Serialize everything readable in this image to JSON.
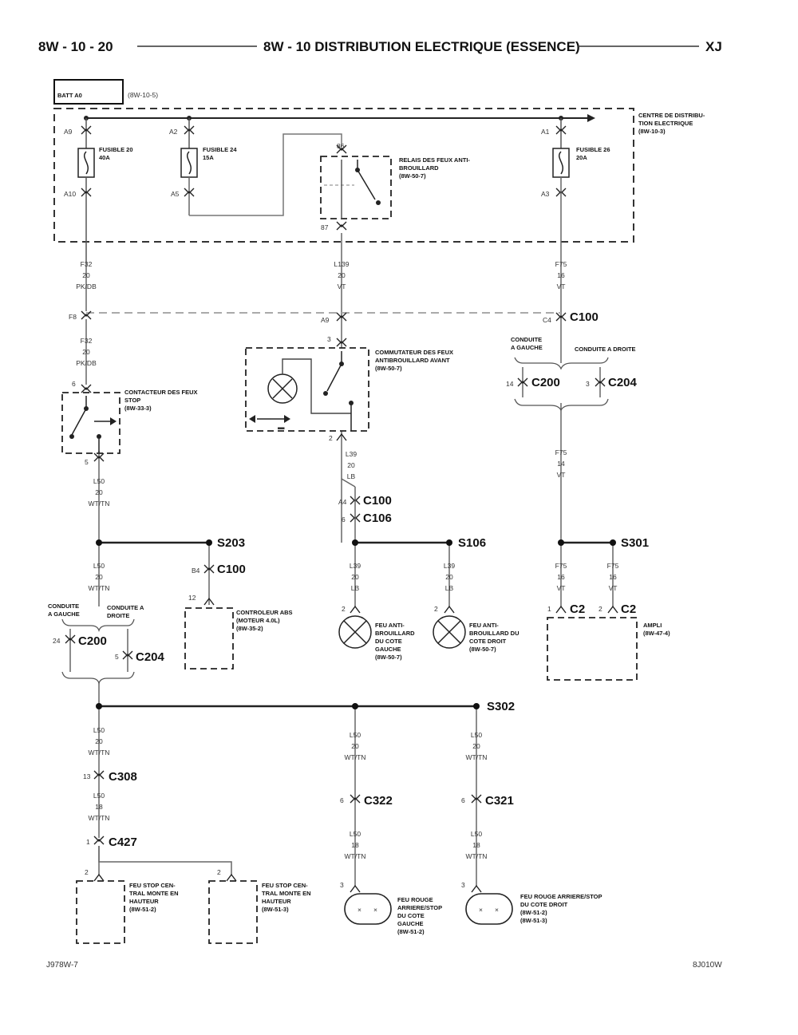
{
  "header": {
    "page": "8W - 10 - 20",
    "title": "8W - 10 DISTRIBUTION ELECTRIQUE (ESSENCE)",
    "vehicle": "XJ"
  },
  "batt": {
    "label": "BATT A0",
    "ref": "(8W-10-5)"
  },
  "pdc": {
    "label": [
      "CENTRE DE DISTRIBU-",
      "TION ELECTRIQUE",
      "(8W-10-3)"
    ]
  },
  "fuses": [
    {
      "top_pin": "A9",
      "bottom_pin": "A10",
      "label": [
        "FUSIBLE 20",
        "40A"
      ]
    },
    {
      "top_pin": "A2",
      "bottom_pin": "A5",
      "label": [
        "FUSIBLE 24",
        "15A"
      ]
    },
    {
      "top_pin": "A1",
      "bottom_pin": "A3",
      "label": [
        "FUSIBLE 26",
        "20A"
      ]
    }
  ],
  "relay": {
    "top_pin": "86",
    "bottom_pin": "87",
    "label": [
      "RELAIS DES FEUX ANTI-",
      "BROUILLARD",
      "(8W-50-7)"
    ]
  },
  "wires": [
    {
      "lines": [
        "F32",
        "20",
        "PK/DB"
      ]
    },
    {
      "lines": [
        "L139",
        "20",
        "VT"
      ]
    },
    {
      "lines": [
        "F75",
        "16",
        "VT"
      ]
    },
    {
      "lines": [
        "F32",
        "20",
        "PK/DB"
      ]
    },
    {
      "lines": [
        "L39",
        "20",
        "LB"
      ]
    },
    {
      "lines": [
        "F75",
        "14",
        "VT"
      ]
    },
    {
      "lines": [
        "L50",
        "20",
        "WT/TN"
      ]
    },
    {
      "lines": [
        "L50",
        "20",
        "WT/TN"
      ]
    },
    {
      "lines": [
        "L39",
        "20",
        "LB"
      ]
    },
    {
      "lines": [
        "L39",
        "20",
        "LB"
      ]
    },
    {
      "lines": [
        "F75",
        "16",
        "VT"
      ]
    },
    {
      "lines": [
        "F75",
        "16",
        "VT"
      ]
    },
    {
      "lines": [
        "L50",
        "20",
        "WT/TN"
      ]
    },
    {
      "lines": [
        "L50",
        "20",
        "WT/TN"
      ]
    },
    {
      "lines": [
        "L50",
        "20",
        "WT/TN"
      ]
    },
    {
      "lines": [
        "L50",
        "18",
        "WT/TN"
      ]
    },
    {
      "lines": [
        "L50",
        "18",
        "WT/TN"
      ]
    },
    {
      "lines": [
        "L50",
        "18",
        "WT/TN"
      ]
    }
  ],
  "connectors": {
    "c100_top": {
      "name": "C100",
      "pin": "C4"
    },
    "c100_f8": {
      "pin": "F8"
    },
    "c100_a9": {
      "pin": "A9"
    },
    "c200_right": {
      "name": "C200",
      "pin": "14"
    },
    "c204_right": {
      "name": "C204",
      "pin": "3"
    },
    "c100_mid": {
      "name": "C100",
      "pin": "A4"
    },
    "c106": {
      "name": "C106",
      "pin": "6"
    },
    "c100_abs": {
      "name": "C100",
      "pin": "B4"
    },
    "c200_left": {
      "name": "C200",
      "pin": "24"
    },
    "c204_left": {
      "name": "C204",
      "pin": "5"
    },
    "c308": {
      "name": "C308",
      "pin": "13"
    },
    "c427": {
      "name": "C427",
      "pin": "1"
    },
    "c322": {
      "name": "C322",
      "pin": "6"
    },
    "c321": {
      "name": "C321",
      "pin": "6"
    },
    "c2_a": {
      "name": "C2",
      "pin": "1"
    },
    "c2_b": {
      "name": "C2",
      "pin": "2"
    }
  },
  "splices": {
    "s203": "S203",
    "s106": "S106",
    "s301": "S301",
    "s302": "S302"
  },
  "branch_labels": {
    "left_g": [
      "CONDUITE",
      "A GAUCHE"
    ],
    "left_d": [
      "CONDUITE A",
      "DROITE"
    ],
    "right_g": [
      "CONDUITE",
      "A GAUCHE"
    ],
    "right_d": [
      "CONDUITE A DROITE"
    ]
  },
  "components": {
    "stop_switch": {
      "label": [
        "CONTACTEUR DES FEUX",
        "STOP",
        "(8W-33-3)"
      ],
      "pin_top": "6",
      "pin_bottom": "5"
    },
    "fog_switch": {
      "label": [
        "COMMUTATEUR DES FEUX",
        "ANTIBROUILLARD AVANT",
        "(8W-50-7)"
      ],
      "pin_top": "3",
      "pin_bottom": "2"
    },
    "abs": {
      "label": [
        "CONTROLEUR ABS",
        "(MOTEUR 4.0L)",
        "(8W-35-2)"
      ],
      "pin": "12"
    },
    "fog_left": {
      "label": [
        "FEU ANTI-",
        "BROUILLARD",
        "DU COTE",
        "GAUCHE",
        "(8W-50-7)"
      ],
      "pin": "2"
    },
    "fog_right": {
      "label": [
        "FEU ANTI-",
        "BROUILLARD DU",
        "COTE DROIT",
        "(8W-50-7)"
      ],
      "pin": "2"
    },
    "ampli": {
      "label": [
        "AMPLI",
        "(8W-47-4)"
      ]
    },
    "chmsl_1": {
      "label": [
        "FEU STOP CEN-",
        "TRAL MONTE EN",
        "HAUTEUR",
        "(8W-51-2)"
      ],
      "pin": "2"
    },
    "chmsl_2": {
      "label": [
        "FEU STOP CEN-",
        "TRAL MONTE EN",
        "HAUTEUR",
        "(8W-51-3)"
      ],
      "pin": "2"
    },
    "tail_left": {
      "label": [
        "FEU ROUGE",
        "ARRIERE/STOP",
        "DU COTE",
        "GAUCHE",
        "(8W-51-2)"
      ],
      "pin": "3"
    },
    "tail_right": {
      "label": [
        "FEU ROUGE ARRIERE/STOP",
        "DU COTE DROIT",
        "(8W-51-2)",
        "(8W-51-3)"
      ],
      "pin": "3"
    }
  },
  "footer": {
    "left": "J978W-7",
    "right": "8J010W"
  }
}
